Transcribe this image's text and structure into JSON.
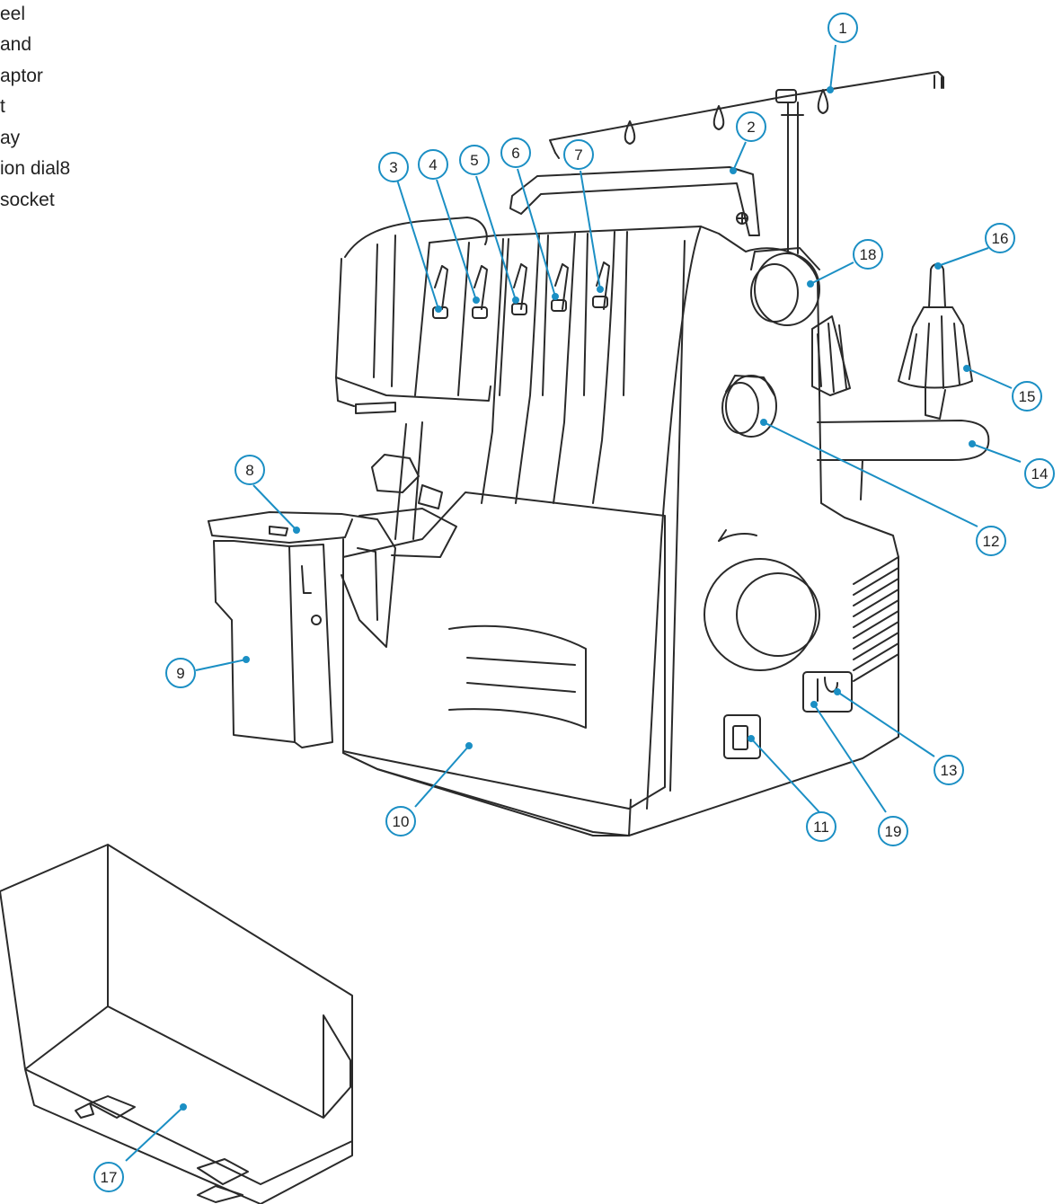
{
  "legend_lines": [
    "eel",
    "and",
    "aptor",
    "t",
    "ay",
    "ion dial8",
    "socket"
  ],
  "callouts": [
    "1",
    "2",
    "3",
    "4",
    "5",
    "6",
    "7",
    "8",
    "9",
    "10",
    "11",
    "12",
    "13",
    "14",
    "15",
    "16",
    "17",
    "18",
    "19"
  ],
  "colors": {
    "callout": "#1b8fc4",
    "drawing": "#2a2a2a",
    "background": "#ffffff"
  }
}
